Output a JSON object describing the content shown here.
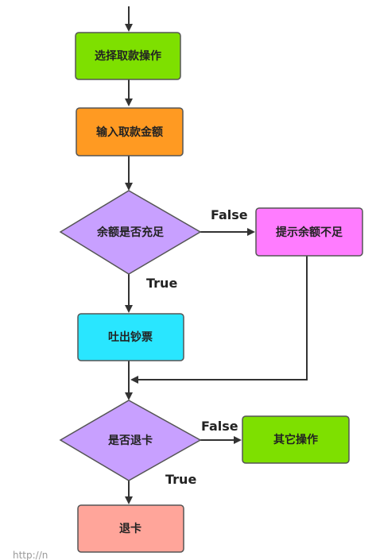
{
  "diagram": {
    "nodes": {
      "select_withdraw": {
        "label": "选择取款操作",
        "fill": "#7ee000"
      },
      "input_amount": {
        "label": "输入取款金额",
        "fill": "#ff9a22"
      },
      "balance_check": {
        "label": "余额是否充足",
        "fill": "#c8a0ff"
      },
      "insufficient": {
        "label": "提示余额不足",
        "fill": "#ff7cff"
      },
      "dispense_cash": {
        "label": "吐出钞票",
        "fill": "#29e6ff"
      },
      "exit_card_check": {
        "label": "是否退卡",
        "fill": "#c8a0ff"
      },
      "other_ops": {
        "label": "其它操作",
        "fill": "#7ee000"
      },
      "exit_card": {
        "label": "退卡",
        "fill": "#ffa59a"
      }
    },
    "edge_labels": {
      "balance_false": "False",
      "balance_true": "True",
      "exit_false": "False",
      "exit_true": "True"
    },
    "watermark": "http://n"
  }
}
